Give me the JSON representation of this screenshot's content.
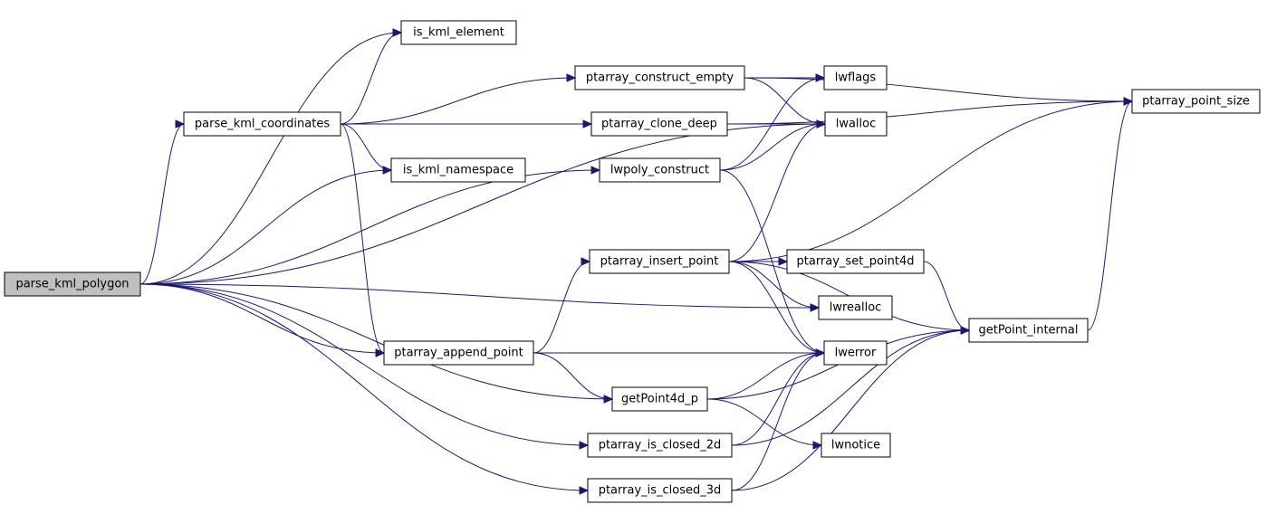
{
  "graph": {
    "edge_color": "#191970",
    "root_fill": "#bfbfbf",
    "nodes": {
      "parse_kml_polygon": "parse_kml_polygon",
      "is_kml_element": "is_kml_element",
      "parse_kml_coordinates": "parse_kml_coordinates",
      "is_kml_namespace": "is_kml_namespace",
      "ptarray_construct_empty": "ptarray_construct_empty",
      "ptarray_clone_deep": "ptarray_clone_deep",
      "lwpoly_construct": "lwpoly_construct",
      "ptarray_insert_point": "ptarray_insert_point",
      "ptarray_append_point": "ptarray_append_point",
      "getPoint4d_p": "getPoint4d_p",
      "ptarray_is_closed_2d": "ptarray_is_closed_2d",
      "ptarray_is_closed_3d": "ptarray_is_closed_3d",
      "lwflags": "lwflags",
      "lwalloc": "lwalloc",
      "ptarray_set_point4d": "ptarray_set_point4d",
      "lwrealloc": "lwrealloc",
      "lwerror": "lwerror",
      "lwnotice": "lwnotice",
      "ptarray_point_size": "ptarray_point_size",
      "getPoint_internal": "getPoint_internal"
    },
    "edges": [
      [
        "parse_kml_polygon",
        "is_kml_element"
      ],
      [
        "parse_kml_polygon",
        "parse_kml_coordinates"
      ],
      [
        "parse_kml_polygon",
        "is_kml_namespace"
      ],
      [
        "parse_kml_polygon",
        "lwpoly_construct"
      ],
      [
        "parse_kml_polygon",
        "lwalloc"
      ],
      [
        "parse_kml_polygon",
        "lwrealloc"
      ],
      [
        "parse_kml_polygon",
        "ptarray_append_point"
      ],
      [
        "parse_kml_polygon",
        "getPoint4d_p"
      ],
      [
        "parse_kml_polygon",
        "ptarray_is_closed_2d"
      ],
      [
        "parse_kml_polygon",
        "ptarray_is_closed_3d"
      ],
      [
        "parse_kml_coordinates",
        "is_kml_element"
      ],
      [
        "parse_kml_coordinates",
        "ptarray_construct_empty"
      ],
      [
        "parse_kml_coordinates",
        "ptarray_clone_deep"
      ],
      [
        "parse_kml_coordinates",
        "is_kml_namespace"
      ],
      [
        "parse_kml_coordinates",
        "ptarray_append_point"
      ],
      [
        "ptarray_construct_empty",
        "lwflags"
      ],
      [
        "ptarray_construct_empty",
        "lwalloc"
      ],
      [
        "ptarray_construct_empty",
        "ptarray_point_size"
      ],
      [
        "ptarray_clone_deep",
        "lwalloc"
      ],
      [
        "ptarray_clone_deep",
        "ptarray_point_size"
      ],
      [
        "lwpoly_construct",
        "lwflags"
      ],
      [
        "lwpoly_construct",
        "lwalloc"
      ],
      [
        "lwpoly_construct",
        "lwerror"
      ],
      [
        "ptarray_append_point",
        "ptarray_insert_point"
      ],
      [
        "ptarray_append_point",
        "lwerror"
      ],
      [
        "ptarray_append_point",
        "getPoint4d_p"
      ],
      [
        "ptarray_insert_point",
        "lwalloc"
      ],
      [
        "ptarray_insert_point",
        "ptarray_point_size"
      ],
      [
        "ptarray_insert_point",
        "getPoint_internal"
      ],
      [
        "ptarray_insert_point",
        "ptarray_set_point4d"
      ],
      [
        "ptarray_insert_point",
        "lwrealloc"
      ],
      [
        "ptarray_insert_point",
        "lwerror"
      ],
      [
        "ptarray_set_point4d",
        "getPoint_internal"
      ],
      [
        "getPoint4d_p",
        "lwerror"
      ],
      [
        "getPoint4d_p",
        "getPoint_internal"
      ],
      [
        "getPoint4d_p",
        "lwnotice"
      ],
      [
        "ptarray_is_closed_2d",
        "lwerror"
      ],
      [
        "ptarray_is_closed_2d",
        "getPoint_internal"
      ],
      [
        "ptarray_is_closed_3d",
        "lwerror"
      ],
      [
        "ptarray_is_closed_3d",
        "getPoint_internal"
      ],
      [
        "getPoint_internal",
        "ptarray_point_size"
      ]
    ]
  }
}
